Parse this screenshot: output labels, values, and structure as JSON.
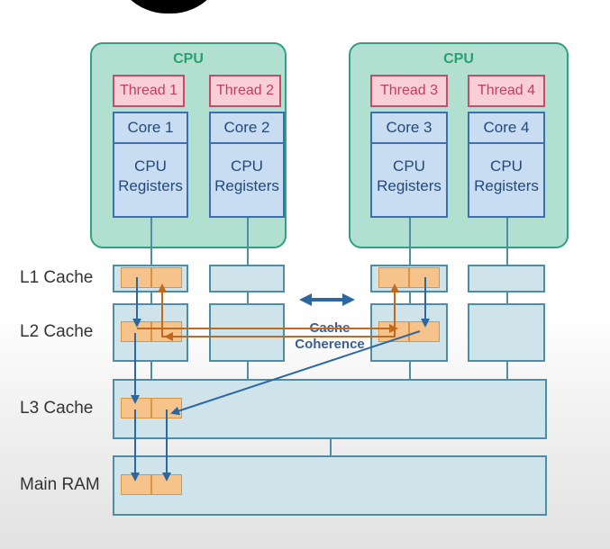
{
  "cpus": [
    {
      "title": "CPU",
      "threads": [
        "Thread 1",
        "Thread 2"
      ],
      "cores": [
        "Core 1",
        "Core 2"
      ],
      "registers": "CPU Registers"
    },
    {
      "title": "CPU",
      "threads": [
        "Thread 3",
        "Thread 4"
      ],
      "cores": [
        "Core 3",
        "Core 4"
      ],
      "registers": "CPU Registers"
    }
  ],
  "levels": {
    "l1": "L1 Cache",
    "l2": "L2 Cache",
    "l3": "L3 Cache",
    "ram": "Main RAM"
  },
  "coherence": {
    "line1": "Cache",
    "line2": "Coherence"
  },
  "colors": {
    "cpu_fill": "#b2e0d0",
    "cpu_border": "#2ca37e",
    "thread_fill": "#f8cfd6",
    "thread_border": "#c44e69",
    "core_fill": "#c9ddf2",
    "core_border": "#3c6fb0",
    "cache_fill": "#cfe3ea",
    "cache_border": "#4f8da4",
    "slot_fill": "#f6c48a",
    "arrow_blue": "#2a67a3",
    "arrow_orange": "#c2691e"
  }
}
